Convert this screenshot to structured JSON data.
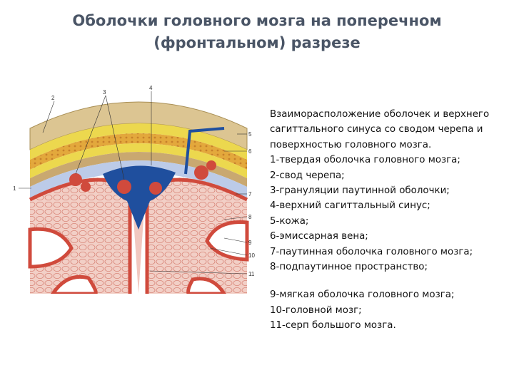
{
  "title": {
    "line1": "Оболочки головного мозга на поперечном",
    "line2": "(фронтальном) разрезе"
  },
  "figure": {
    "callout_numbers": [
      "1",
      "2",
      "3",
      "4",
      "5",
      "6",
      "7",
      "8",
      "9",
      "10",
      "11"
    ]
  },
  "legend": {
    "intro": [
      "Взаиморасположение оболочек и верхнего",
      "сагиттального синуса со сводом черепа и",
      "поверхностью головного мозга."
    ],
    "items": [
      "1-твердая оболочка головного мозга;",
      "2-свод черепа;",
      "3-грануляции паутинной оболочки;",
      "4-верхний сагиттальный синус;",
      "5-кожа;",
      "6-эмиссарная вена;",
      "7-паутинная оболочка головного мозга;",
      "8-подпаутинное пространство;"
    ],
    "items_after_gap": [
      "9-мягкая оболочка головного мозга;",
      "10-головной мозг;",
      "11-серп большого мозга."
    ]
  },
  "colors": {
    "title": "#4a5566",
    "skin": "#d9c38f",
    "bone_yellow": "#e8d24a",
    "bone_orange": "#d9a23a",
    "sinus_blue": "#1f4f9e",
    "arachnoid_red": "#d04a3c",
    "brain_pink": "#f1c8c0",
    "subarachnoid_blue": "#b9c8e8"
  }
}
